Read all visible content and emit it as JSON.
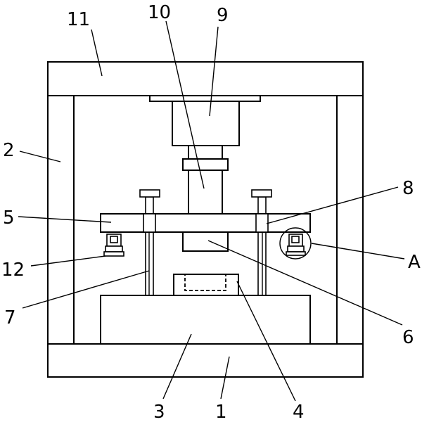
{
  "figure": {
    "labels": {
      "l1": "1",
      "l2": "2",
      "l3": "3",
      "l4": "4",
      "l5": "5",
      "l6": "6",
      "l7": "7",
      "l8": "8",
      "l9": "9",
      "l10": "10",
      "l11": "11",
      "l12": "12",
      "lA": "A"
    }
  }
}
